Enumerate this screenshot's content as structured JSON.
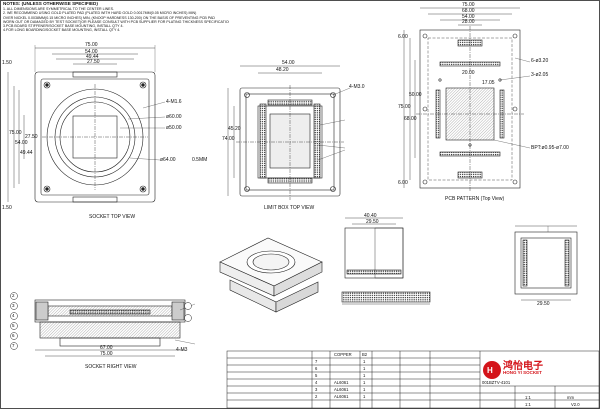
{
  "notes": {
    "title": "NOTES: (UNLESS OTHERWISE SPECIFIED)",
    "lines": [
      "1. ALL DIMENSIONS ARE SYMMETRICAL TO THE CENTER LINES.",
      "2. WE RECOMMEND USING GOLD PLATED PAD (PLATED WITH HARD GOLD 0.0017MM(0.05 MICRO INCHES) MIN)",
      "OVER NICKEL 0.0038MM(0.15 MICRO INCHES) MIN, (KNOOP HARDNESS 130-200) ON THE BASIS OF PREVENTING PCB PAD",
      "WORN OUT OR DAMAGED BY TEST SOCKET(OR PLEASE CONSULT WITH PCB SUPPLIER FOR PLATING THICKNESS SPECIFICATION",
      "3.PCB BOARD STIFFENER/SOCKET BASE MOUNTING, INSTALL QTY 4.",
      "4.FOR LONG BOARDING/SOCKET BASE MOUNTING, INSTALL QTY 4."
    ]
  },
  "views": {
    "socket_top": "SOCKET TOP VIEW",
    "limit_box_top": "LIMIT BOX TOP VIEW",
    "pcb_pattern": "PCB PATTERN (Top View)",
    "socket_right": "SOCKET RIGHT VIEW"
  },
  "dims": {
    "st_75": "75.00",
    "st_54": "54.00",
    "st_49": "49.44",
    "st_27": "27.50",
    "st_m16": "4-M1.6",
    "st_d60": "ø60.00",
    "st_d50": "ø50.00",
    "st_d64": "ø64.00",
    "st_05": "0.5MM",
    "st_150a": "1.50",
    "st_150b": "1.50",
    "st_v75": "75.00",
    "st_v54": "54.00",
    "st_v49": "49.44",
    "st_v27": "27.50",
    "lb_54": "54.00",
    "lb_48": "48.20",
    "lb_m3": "4-M3.0",
    "lb_v74": "74.00",
    "lb_v45": "45.20",
    "pcb_75": "75.00",
    "pcb_68": "68.00",
    "pcb_54": "54.00",
    "pcb_28": "28.00",
    "pcb_32": "6-ø3.20",
    "pcb_20": "3-ø2.05",
    "pcb_20b": "20.00",
    "pcb_1705": "17.05",
    "pcb_ppt": "BPT:ø0.95-ø7.00",
    "pcb_v75": "75.00",
    "pcb_v68": "68.00",
    "pcb_v50": "50.00",
    "pcb_600a": "6.00",
    "pcb_600b": "6.00",
    "sr_67": "67.00",
    "sr_75": "75.00",
    "sr_m3": "4-M3",
    "iso_40": "40.40",
    "iso_29": "29.50",
    "iso_2950": "29.50"
  },
  "bom_header": {
    "mat": "COPPER",
    "qty": "B2"
  },
  "bom_rows": [
    {
      "no": "7",
      "name": "",
      "mat": "",
      "qty": "1"
    },
    {
      "no": "6",
      "name": "",
      "mat": "",
      "qty": "1"
    },
    {
      "no": "5",
      "name": "",
      "mat": "",
      "qty": "1"
    },
    {
      "no": "4",
      "name": "",
      "mat": "AL6061",
      "qty": "1"
    },
    {
      "no": "3",
      "name": "",
      "mat": "AL6061",
      "qty": "1"
    },
    {
      "no": "2",
      "name": "",
      "mat": "AL6061",
      "qty": "1"
    }
  ],
  "title_block": {
    "company": "鸿怡电子",
    "company_en": "HONG YI SOCKET",
    "scale_label": "1:1",
    "scale_value": "1:1",
    "unit": "mm",
    "version": "V2.0",
    "part_no": "001BZTV-4101"
  },
  "colors": {
    "line": "#222222",
    "hatch": "#555555",
    "logo_red": "#d4141a",
    "dim_blue": "#3a3a8a"
  }
}
